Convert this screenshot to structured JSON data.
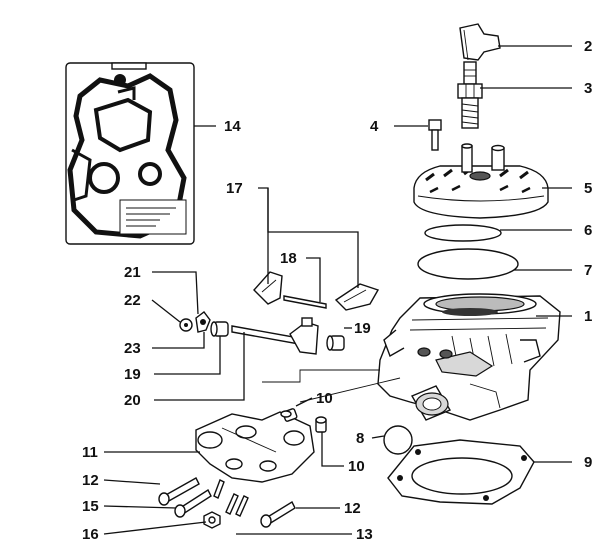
{
  "labels": {
    "l1": "1",
    "l2": "2",
    "l3": "3",
    "l4": "4",
    "l5": "5",
    "l6": "6",
    "l7": "7",
    "l8": "8",
    "l9": "9",
    "l10a": "10",
    "l10b": "10",
    "l11": "11",
    "l12a": "12",
    "l12b": "12",
    "l13": "13",
    "l14": "14",
    "l15": "15",
    "l16": "16",
    "l17": "17",
    "l18": "18",
    "l19a": "19",
    "l19b": "19",
    "l20": "20",
    "l21": "21",
    "l22": "22",
    "l23": "23"
  }
}
